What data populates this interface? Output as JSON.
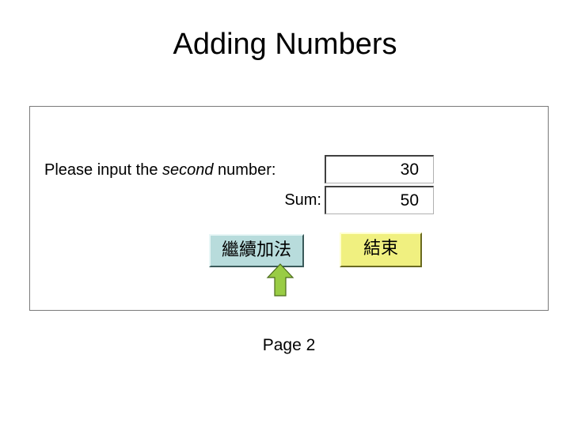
{
  "title": "Adding Numbers",
  "form": {
    "prompt_before": "Please input the ",
    "prompt_emphasis": "second",
    "prompt_after": " number:",
    "second_value": "30",
    "sum_label": "Sum:",
    "sum_value": "50"
  },
  "buttons": {
    "continue_label": "繼續加法",
    "end_label": "結束"
  },
  "footer": {
    "page_label": "Page 2"
  },
  "icons": {
    "pointer": "up-arrow-icon"
  },
  "colors": {
    "continue_button": "#b8dcdc",
    "end_button": "#f0f080",
    "arrow_fill": "#99cc44"
  }
}
